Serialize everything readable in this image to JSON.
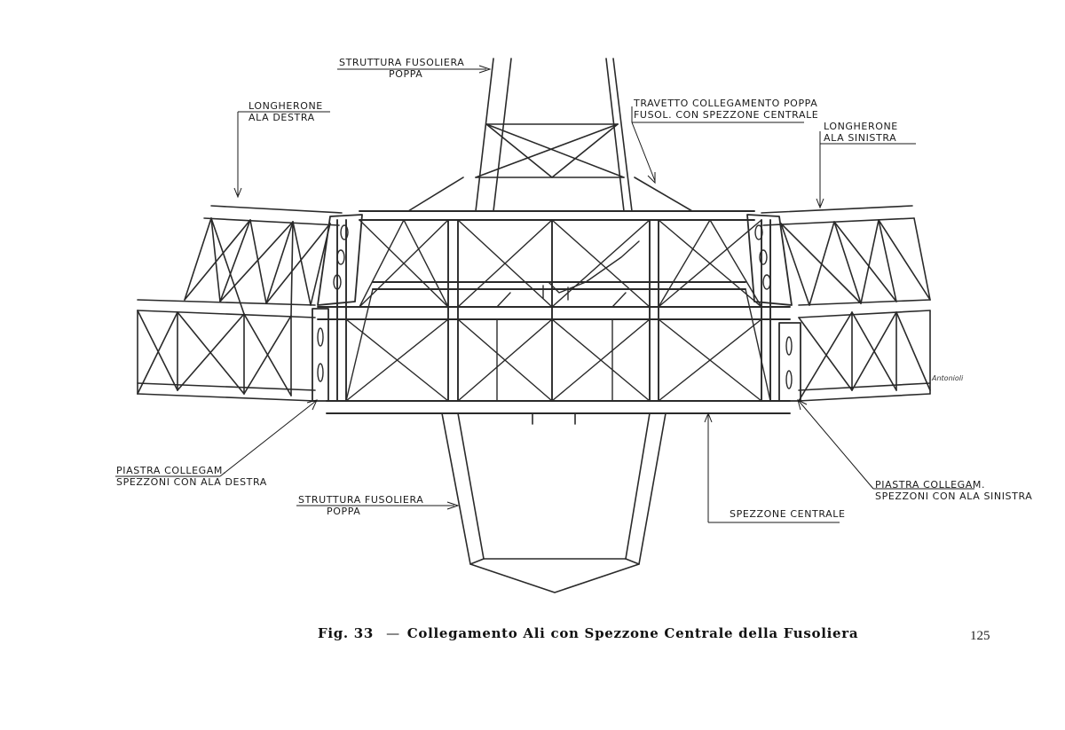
{
  "labels": {
    "fusoliera_top": {
      "line1": "STRUTTURA  FUSOLIERA",
      "line2": "POPPA"
    },
    "longherone_destra": {
      "line1": "LONGHERONE",
      "line2": "ALA  DESTRA"
    },
    "travetto": {
      "line1": "TRAVETTO  COLLEGAMENTO  POPPA",
      "line2": "FUSOL. CON  SPEZZONE  CENTRALE"
    },
    "longherone_sinistra": {
      "line1": "LONGHERONE",
      "line2": "ALA  SINISTRA"
    },
    "piastra_destra": {
      "line1": "PIASTRA  COLLEGAM.",
      "line2": "SPEZZONI  CON  ALA  DESTRA"
    },
    "fusoliera_bottom": {
      "line1": "STRUTTURA  FUSOLIERA",
      "line2": "POPPA"
    },
    "spezzone_centrale": {
      "line1": "SPEZZONE  CENTRALE"
    },
    "piastra_sinistra": {
      "line1": "PIASTRA  COLLEGAM.",
      "line2": "SPEZZONI  CON  ALA  SINISTRA"
    }
  },
  "signature": "Antonioli",
  "caption": {
    "fig": "Fig.  33",
    "dash": "—",
    "text": "Collegamento  Ali  con  Spezzone  Centrale  della  Fusoliera"
  },
  "page_number": "125"
}
